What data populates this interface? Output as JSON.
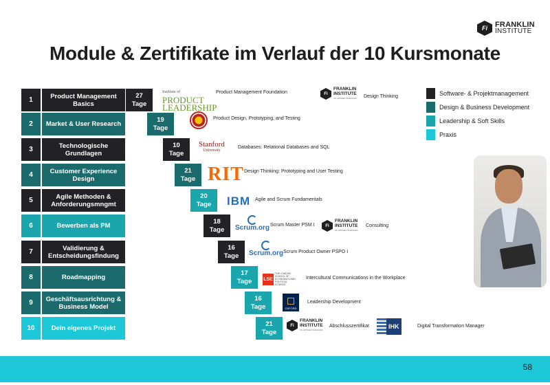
{
  "brand": {
    "line1": "FRANKLIN",
    "line2": "INSTITUTE",
    "mark": "Fi"
  },
  "title": "Module & Zertifikate im Verlauf der 10 Kursmonate",
  "colors": {
    "software": "#222226",
    "design": "#1b6b6d",
    "leadership": "#1aa6ac",
    "praxis": "#1cc7d8"
  },
  "modules": [
    {
      "num": "1",
      "name": "Product Management Basics",
      "category": "software"
    },
    {
      "num": "2",
      "name": "Market & User Research",
      "category": "design"
    },
    {
      "num": "3",
      "name": "Technologische Grundlagen",
      "category": "software"
    },
    {
      "num": "4",
      "name": "Customer Experience Design",
      "category": "design"
    },
    {
      "num": "5",
      "name": "Agile Methoden & Anforderungsmngmt",
      "category": "software"
    },
    {
      "num": "6",
      "name": "Bewerben als PM",
      "category": "leadership"
    },
    {
      "num": "7",
      "name": "Validierung & Entscheidungsfindung",
      "category": "software"
    },
    {
      "num": "8",
      "name": "Roadmapping",
      "category": "design"
    },
    {
      "num": "9",
      "name": "Geschäftsausrichtung & Business Model",
      "category": "design"
    },
    {
      "num": "10",
      "name": "Dein eigenes Projekt",
      "category": "praxis"
    }
  ],
  "durations": [
    {
      "label": "27\nTage",
      "category": "software"
    },
    {
      "label": "19\nTage",
      "category": "design"
    },
    {
      "label": "10\nTage",
      "category": "software"
    },
    {
      "label": "21\nTage",
      "category": "design"
    },
    {
      "label": "20\nTage",
      "category": "leadership"
    },
    {
      "label": "18\nTage",
      "category": "software"
    },
    {
      "label": "16\nTage",
      "category": "software"
    },
    {
      "label": "17\nTage",
      "category": "leadership"
    },
    {
      "label": "16\nTage",
      "category": "leadership"
    },
    {
      "label": "21\nTage",
      "category": "leadership"
    }
  ],
  "certificates": [
    {
      "logo": "product-leadership-logo",
      "logo_text_small": "Institute of",
      "logo_text_big": "PRODUCT LEADERSHIP",
      "text": "Product Management Foundation"
    },
    {
      "logo": "franklin-logo",
      "text": "Design Thinking"
    },
    {
      "logo": "maryland-seal-logo",
      "text": "Product Design, Prototyping, and Testing"
    },
    {
      "logo": "stanford-logo",
      "logo_text_big": "Stanford",
      "logo_text_small": "University",
      "text": "Databases: Relational Databases and SQL"
    },
    {
      "logo": "rit-logo",
      "logo_text_big": "RIT",
      "text": "Design Thinking: Prototyping and User Testing"
    },
    {
      "logo": "ibm-logo",
      "logo_text_big": "IBM",
      "text": "Agile and Scrum Fundamentals"
    },
    {
      "logo": "scrum-org-logo",
      "logo_text_big": "Scrum.org",
      "text": "Scrum Master PSM I"
    },
    {
      "logo": "franklin-logo",
      "text": "Consulting"
    },
    {
      "logo": "scrum-org-logo",
      "logo_text_big": "Scrum.org",
      "text": "Scrum Product Owner PSPO I"
    },
    {
      "logo": "lse-logo",
      "logo_text_big": "LSE",
      "text": "Intercultural Communications in the Workplace"
    },
    {
      "logo": "oxford-logo",
      "text": "Leadership Development"
    },
    {
      "logo": "franklin-logo",
      "text": "Abschlusszertifikat"
    },
    {
      "logo": "ihk-logo",
      "logo_text_big": "IHK",
      "text": "Digital Transformation Manager"
    }
  ],
  "legend": [
    {
      "label": "Software- & Projektmanagement",
      "category": "software"
    },
    {
      "label": "Design & Business Development",
      "category": "design"
    },
    {
      "label": "Leadership & Soft Skills",
      "category": "leadership"
    },
    {
      "label": "Praxis",
      "category": "praxis"
    }
  ],
  "page_number": "58"
}
